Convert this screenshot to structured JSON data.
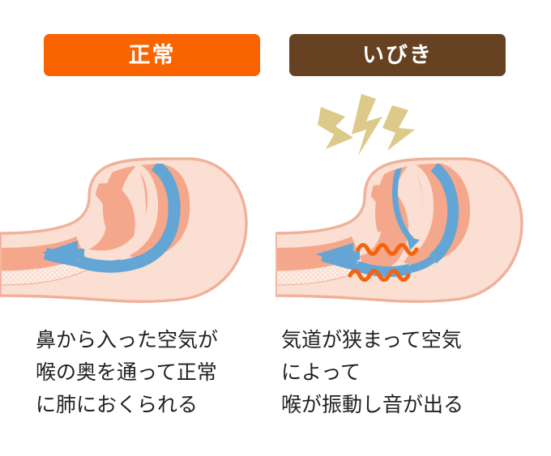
{
  "diagram": {
    "title_normal": "正常",
    "title_snore": "いびき",
    "colors": {
      "badge_normal_bg": "#f96400",
      "badge_snore_bg": "#664223",
      "badge_text": "#ffffff",
      "skin_fill": "#fadfd2",
      "skin_outline": "#f0b09a",
      "tissue_salmon": "#f5a78c",
      "airflow_blue": "#63a5d4",
      "vibration_orange": "#f4630f",
      "sound_bolt": "#ddc989",
      "caption_text": "#231f20",
      "page_bg": "#ffffff"
    }
  },
  "panels": [
    {
      "id": "normal",
      "badge_label": "正常",
      "badge_color": "#f96400",
      "figure_name": "normal-airway-head-diagram",
      "figure_elements": [
        "head-profile",
        "nasal-cavity",
        "tongue",
        "soft-palate",
        "open-airway",
        "blue-airflow-arrow",
        "trachea",
        "esophagus"
      ],
      "caption_lines": [
        "鼻から入った空気が",
        "喉の奥を通って正常",
        "に肺におくられる"
      ]
    },
    {
      "id": "snore",
      "badge_label": "いびき",
      "badge_color": "#664223",
      "figure_name": "snoring-airway-head-diagram",
      "figure_elements": [
        "head-profile",
        "nasal-cavity",
        "tongue",
        "soft-palate",
        "narrowed-airway",
        "blue-airflow-arrow-mouth",
        "blue-airflow-arrow-throat",
        "vibration-squiggle-upper",
        "vibration-squiggle-lower",
        "sound-bolt-icons",
        "trachea",
        "esophagus"
      ],
      "caption_lines": [
        "気道が狭まって空気",
        "によって",
        "喉が振動し音が出る"
      ]
    }
  ]
}
